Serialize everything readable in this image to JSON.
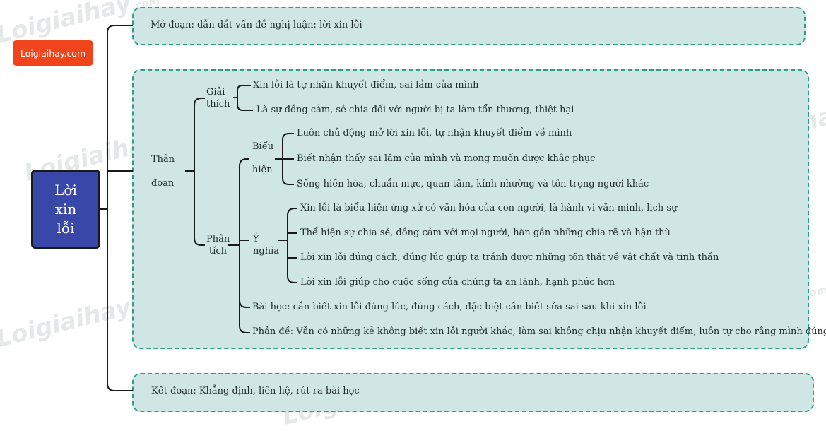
{
  "logo": "Loigiaihay.com",
  "watermark": {
    "main": "Loigiaihay",
    "suffix": ".com"
  },
  "root": "Lời\nxin\nlỗi",
  "intro": "Mở đoạn: dẫn dắt vấn đề nghị luận: lời xin lỗi",
  "body": {
    "label": [
      "Thân",
      "đoạn"
    ],
    "giai_thich": {
      "label": [
        "Giải",
        "thích"
      ],
      "items": [
        "Xin lỗi là tự nhận khuyết điểm, sai lầm của mình",
        "Là sự đồng cảm, sẻ chia đối với người bị ta làm tổn thương, thiệt hại"
      ]
    },
    "phan_tich": {
      "label": [
        "Phân",
        "tích"
      ],
      "bieu_hien": {
        "label": [
          "Biểu",
          "hiện"
        ],
        "items": [
          "Luôn chủ động mở lời xin lỗi, tự nhận khuyết điểm về mình",
          "Biết nhận thấy sai lầm của mình và mong muốn được khắc phục",
          "Sống hiền hòa, chuẩn mực, quan tâm, kính nhường và tôn trọng người khác"
        ]
      },
      "y_nghia": {
        "label": [
          "Ý",
          "nghĩa"
        ],
        "items": [
          "Xin lỗi là biểu hiện ứng xử có văn hóa của con người, là hành vi văn minh, lịch sự",
          "Thể hiện sự chia sẻ, đồng cảm với mọi người, hàn gắn những chia rẽ và hận thù",
          "Lời xin lỗi đúng cách, đúng lúc giúp ta tránh được những tổn thất về vật chất và tinh thần",
          "Lời xin lỗi giúp cho cuộc sống của chúng ta an lành, hạnh phúc hơn"
        ]
      },
      "bai_hoc": "Bài học: cần biết xin lỗi đúng lúc, đúng cách, đặc biệt cần biết sửa sai sau khi xin lỗi",
      "phan_de": "Phản đề: Vẫn có những kẻ không biết xin lỗi người khác, làm sai không chịu nhận khuyết điểm, luôn tự cho rằng mình đúng"
    }
  },
  "conclusion": "Kết đoạn: Khẳng định, liên hệ, rút ra bài học",
  "colors": {
    "root_fill": "#3847a8",
    "box_fill": "#cfe6e4",
    "box_border": "#2a9f87",
    "logo_fill": "#f0441b",
    "line": "#1a1a1a"
  }
}
